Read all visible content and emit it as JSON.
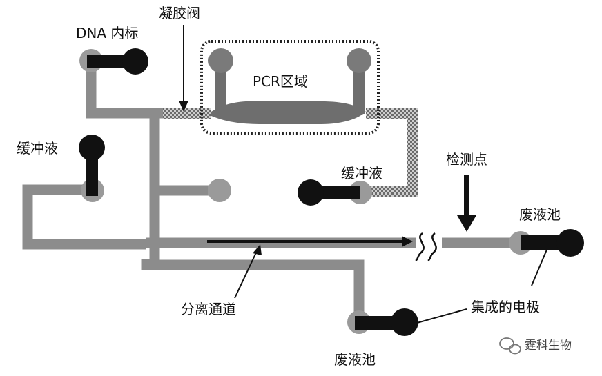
{
  "labels": {
    "dna_marker": "DNA 内标",
    "gel_valve": "凝胶阀",
    "pcr_region": "PCR区域",
    "buffer_left": "缓冲液",
    "buffer_right": "缓冲液",
    "detection_point": "检测点",
    "waste_right": "废液池",
    "separation_channel": "分离通道",
    "integrated_electrode": "集成的电极",
    "waste_bottom": "废液池"
  },
  "watermark": {
    "text": "霆科生物"
  },
  "colors": {
    "channel": "#8c8c8c",
    "electrode": "#111111",
    "pcr_fill": "#6e6e6e",
    "background": "#ffffff"
  }
}
